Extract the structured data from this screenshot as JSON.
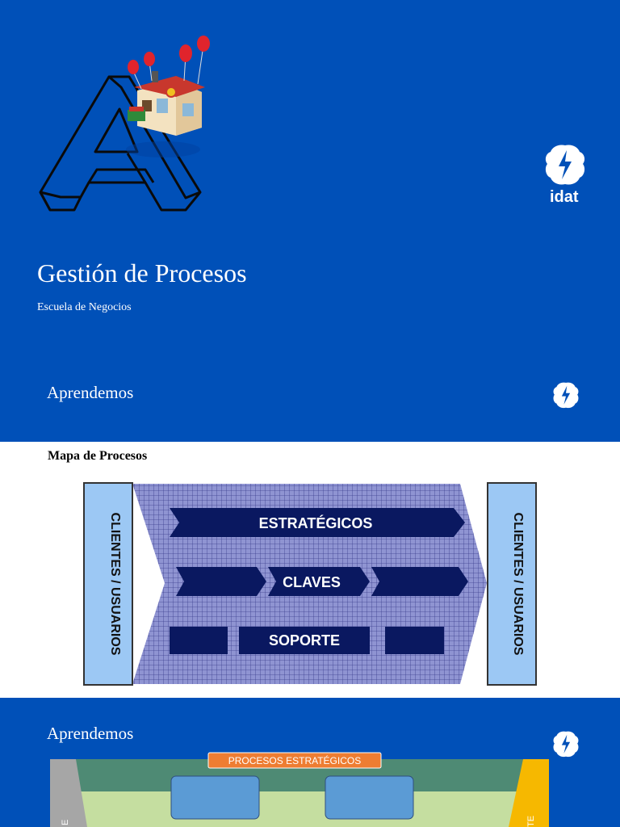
{
  "cover": {
    "title": "Gestión de Procesos",
    "subtitle": "Escuela de Negocios",
    "brand": "idat"
  },
  "slide2": {
    "heading": "Aprendemos",
    "subheading": "Mapa de Procesos",
    "diagram": {
      "left_label": "CLIENTES / USUARIOS",
      "right_label": "CLIENTES / USUARIOS",
      "strategic": "ESTRATÉGICOS",
      "key": "CLAVES",
      "support": "SOPORTE"
    }
  },
  "slide3": {
    "heading": "Aprendemos",
    "strategic_label": "PROCESOS ESTRATÉGICOS",
    "left_vertical_fragment": "E",
    "right_vertical_fragment": "TE"
  },
  "colors": {
    "slide_blue": "#0050b8",
    "navy": "#0a1860",
    "grid_purple": "#7a80c8",
    "client_blue": "#9cc8f4",
    "orange": "#ee7d32",
    "teal": "#4e8a74",
    "light_green": "#c5dea0",
    "gold": "#f6b800",
    "gray": "#a6a6a6",
    "box_blue": "#5b9bd5"
  }
}
